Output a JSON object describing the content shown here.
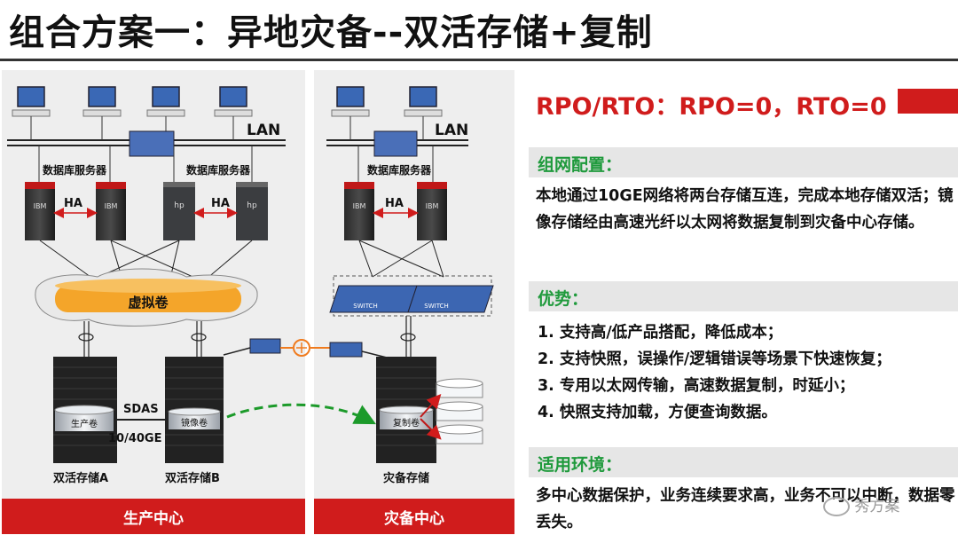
{
  "title": "组合方案一：异地灾备--双活存储+复制",
  "diagram": {
    "left_panel": {
      "lan_label": "LAN",
      "db_server_label_1": "数据库服务器",
      "db_server_label_2": "数据库服务器",
      "ha_label_1": "HA",
      "ha_label_2": "HA",
      "virtual_volume_label": "虚拟卷",
      "storage_a_disk_label": "生产卷",
      "storage_b_disk_label": "镜像卷",
      "sdas_label": "SDAS",
      "link_label": "10/40GE",
      "storage_a_label": "双活存储A",
      "storage_b_label": "双活存储B",
      "footer_label": "生产中心"
    },
    "right_panel": {
      "lan_label": "LAN",
      "db_server_label": "数据库服务器",
      "ha_label": "HA",
      "switch_label_1": "SWITCH",
      "switch_label_2": "SWITCH",
      "replica_disk_label": "复制卷",
      "storage_label": "灾备存储",
      "footer_label": "灾备中心"
    },
    "server_brand_labels": [
      "IBM",
      "IBM",
      "hp",
      "hp",
      "IBM",
      "IBM"
    ],
    "colors": {
      "accent_red": "#d01c1c",
      "virtual_volume": "#f4a52a",
      "link_orange": "#f07b1e",
      "replication_arrow": "#1c9a2a"
    }
  },
  "info": {
    "rpo_rto": "RPO/RTO：RPO=0，RTO=0",
    "network": {
      "heading": "组网配置：",
      "text": "本地通过10GE网络将两台存储互连，完成本地存储双活；镜像存储经由高速光纤以太网将数据复制到灾备中心存储。"
    },
    "advantages": {
      "heading": "优势：",
      "items": [
        "1.  支持高/低产品搭配，降低成本；",
        "2.  支持快照，误操作/逻辑错误等场景下快速恢复；",
        "3.  专用以太网传输，高速数据复制，时延小；",
        "4.  快照支持加载，方便查询数据。"
      ]
    },
    "environment": {
      "heading": "适用环境：",
      "text": "多中心数据保护，业务连续要求高，业务不可以中断，数据零丢失。"
    }
  },
  "watermark": "秀方案"
}
